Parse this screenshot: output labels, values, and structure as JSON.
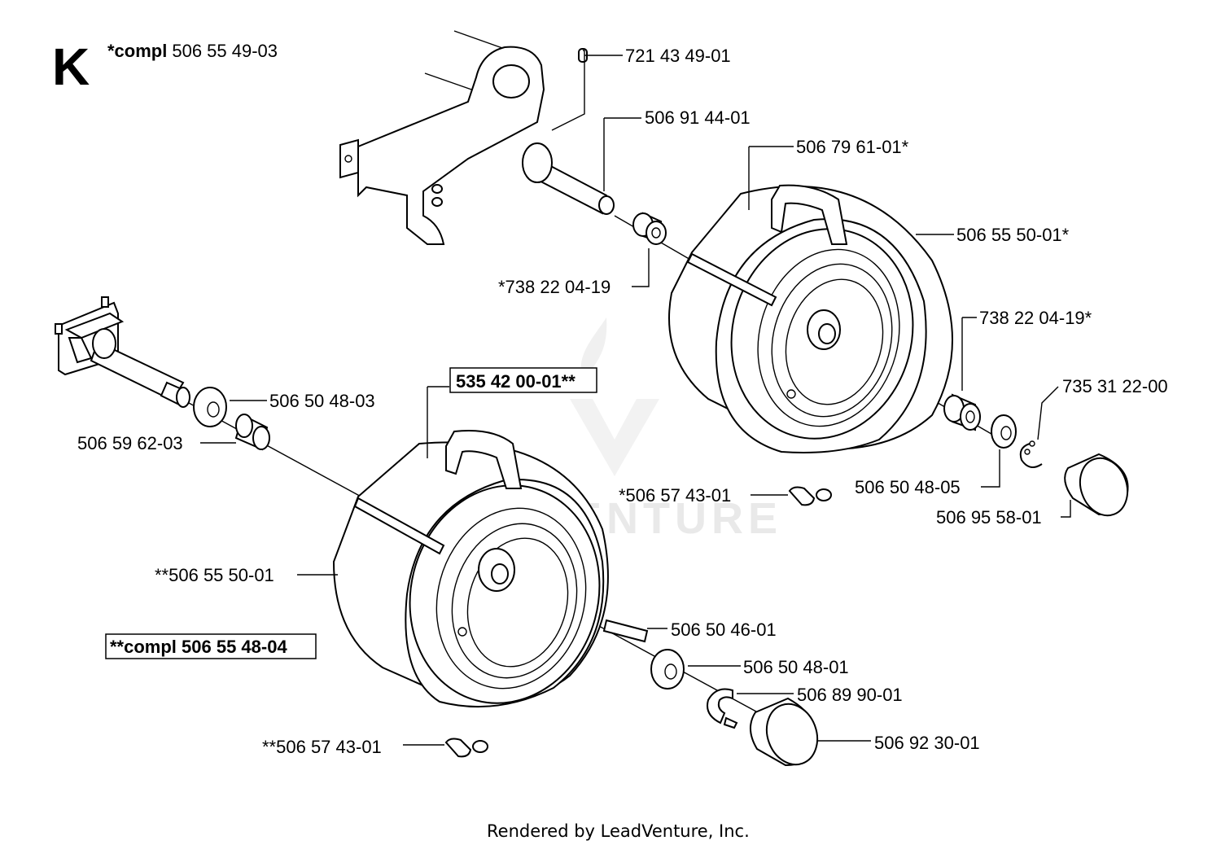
{
  "section_letter": "K",
  "header": {
    "bold": "*compl",
    "number": "506 55 49-03"
  },
  "labels": {
    "pin": "721 43 49-01",
    "axle_upper": "506 91 44-01",
    "rim_upper": "506 79 61-01*",
    "tire_upper": "506 55 50-01*",
    "bearing_upper_inner": "*738 22 04-19",
    "bearing_upper_outer": "738 22 04-19*",
    "circlip_upper": "735 31 22-00",
    "washer_left": "506 50 48-03",
    "spacer_left": "506 59 62-03",
    "wheel_lower_assembly": "535 42 00-01**",
    "valve_upper": "*506 57 43-01",
    "washer_upper_outer": "506 50 48-05",
    "hubcap_upper": "506 95 58-01",
    "tire_lower": "**506 55 50-01",
    "compl_lower": "**compl 506 55 48-04",
    "key_lower": "506 50 46-01",
    "washer_lower": "506 50 48-01",
    "circlip_lower": "506 89 90-01",
    "hubcap_lower": "506 92 30-01",
    "valve_lower": "**506 57 43-01"
  },
  "watermark": "LEADVENTURE",
  "footer": "Rendered by LeadVenture, Inc."
}
